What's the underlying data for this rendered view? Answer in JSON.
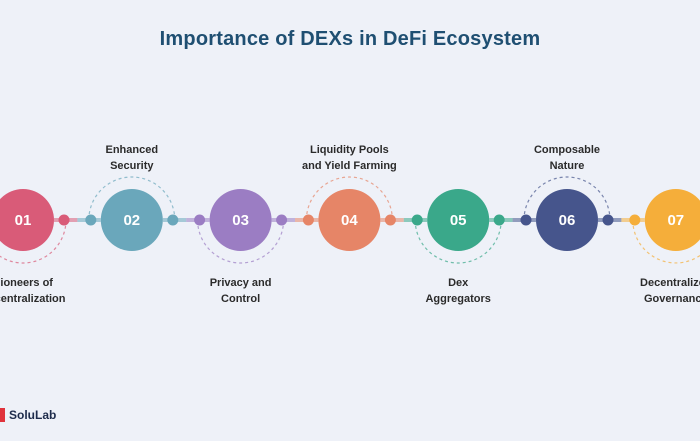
{
  "title": "Importance of DEXs in DeFi Ecosystem",
  "brand": {
    "name": "SoluLab",
    "icon": "solulab-logo-icon"
  },
  "steps": [
    {
      "number": "01",
      "label": "Pioneers of\nDecentralization",
      "color": "#d95b78",
      "position": "bottom"
    },
    {
      "number": "02",
      "label": "Enhanced\nSecurity",
      "color": "#6aa7bb",
      "position": "top"
    },
    {
      "number": "03",
      "label": "Privacy and\nControl",
      "color": "#9b7dc3",
      "position": "bottom"
    },
    {
      "number": "04",
      "label": "Liquidity Pools\nand Yield Farming",
      "color": "#e68567",
      "position": "top"
    },
    {
      "number": "05",
      "label": "Dex\nAggregators",
      "color": "#3aa88a",
      "position": "bottom"
    },
    {
      "number": "06",
      "label": "Composable\nNature",
      "color": "#46558c",
      "position": "top"
    },
    {
      "number": "07",
      "label": "Decentralized\nGovernance",
      "color": "#f5ae3a",
      "position": "bottom"
    }
  ]
}
